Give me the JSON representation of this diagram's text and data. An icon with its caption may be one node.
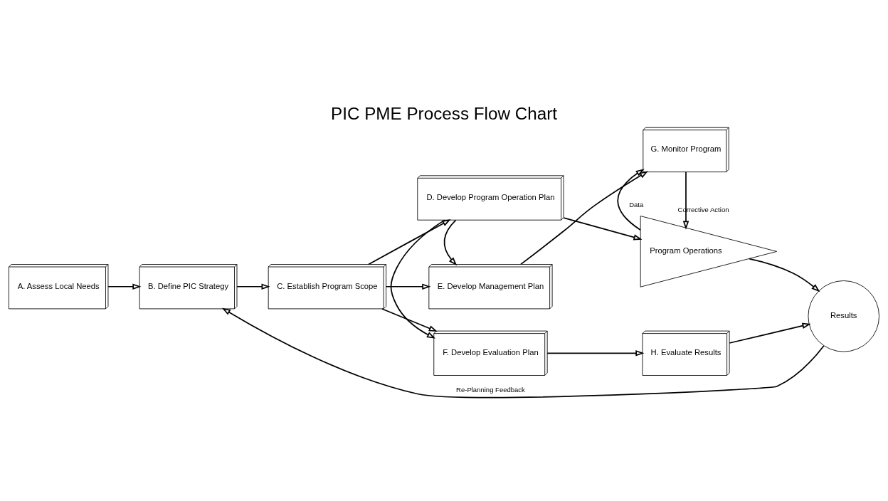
{
  "diagram": {
    "title": "PIC PME Process Flow Chart",
    "nodes": [
      {
        "text": [
          "A. Assess Local Needs"
        ]
      },
      {
        "text": [
          "B. Define PIC Strategy"
        ]
      },
      {
        "text": [
          "C. Establish Program Scope"
        ]
      },
      {
        "text": [
          "E. Develop Management Plan"
        ]
      },
      {
        "text": [
          "G. Monitor Program"
        ]
      },
      {
        "text": [
          "D. Develop Program Operation Plan"
        ]
      },
      {
        "text": [
          "Program Operations"
        ]
      },
      {
        "text": [
          "Results"
        ]
      },
      {
        "text": [
          "F. Develop Evaluation Plan"
        ]
      },
      {
        "text": [
          "H. Evaluate Results"
        ]
      }
    ],
    "edges": [
      {
        "from": 0,
        "to": 1,
        "arrow": "to"
      },
      {
        "from": 1,
        "to": 2,
        "arrow": "to"
      },
      {
        "from": 2,
        "to": 3,
        "arrow": "to"
      },
      {
        "from": 2,
        "to": 5,
        "arrow": "to"
      },
      {
        "from": 2,
        "to": 8,
        "arrow": "to"
      },
      {
        "from": 3,
        "to": 4,
        "arrow": "to"
      },
      {
        "from": 5,
        "to": 3,
        "arrow": "to"
      },
      {
        "from": 5,
        "to": 8,
        "arrow": "to"
      },
      {
        "from": 5,
        "to": 6,
        "arrow": "to"
      },
      {
        "from": 4,
        "to": 6,
        "arrow": "to",
        "label": "Corrective Action"
      },
      {
        "from": 6,
        "to": 4,
        "arrow": "to",
        "label": "Data"
      },
      {
        "from": 6,
        "to": 7,
        "arrow": "to"
      },
      {
        "from": 8,
        "to": 9,
        "arrow": "to"
      },
      {
        "from": 9,
        "to": 7,
        "arrow": "to"
      },
      {
        "from": 7,
        "to": 1,
        "arrow": "to",
        "label": "Re-Planning Feedback"
      }
    ]
  }
}
